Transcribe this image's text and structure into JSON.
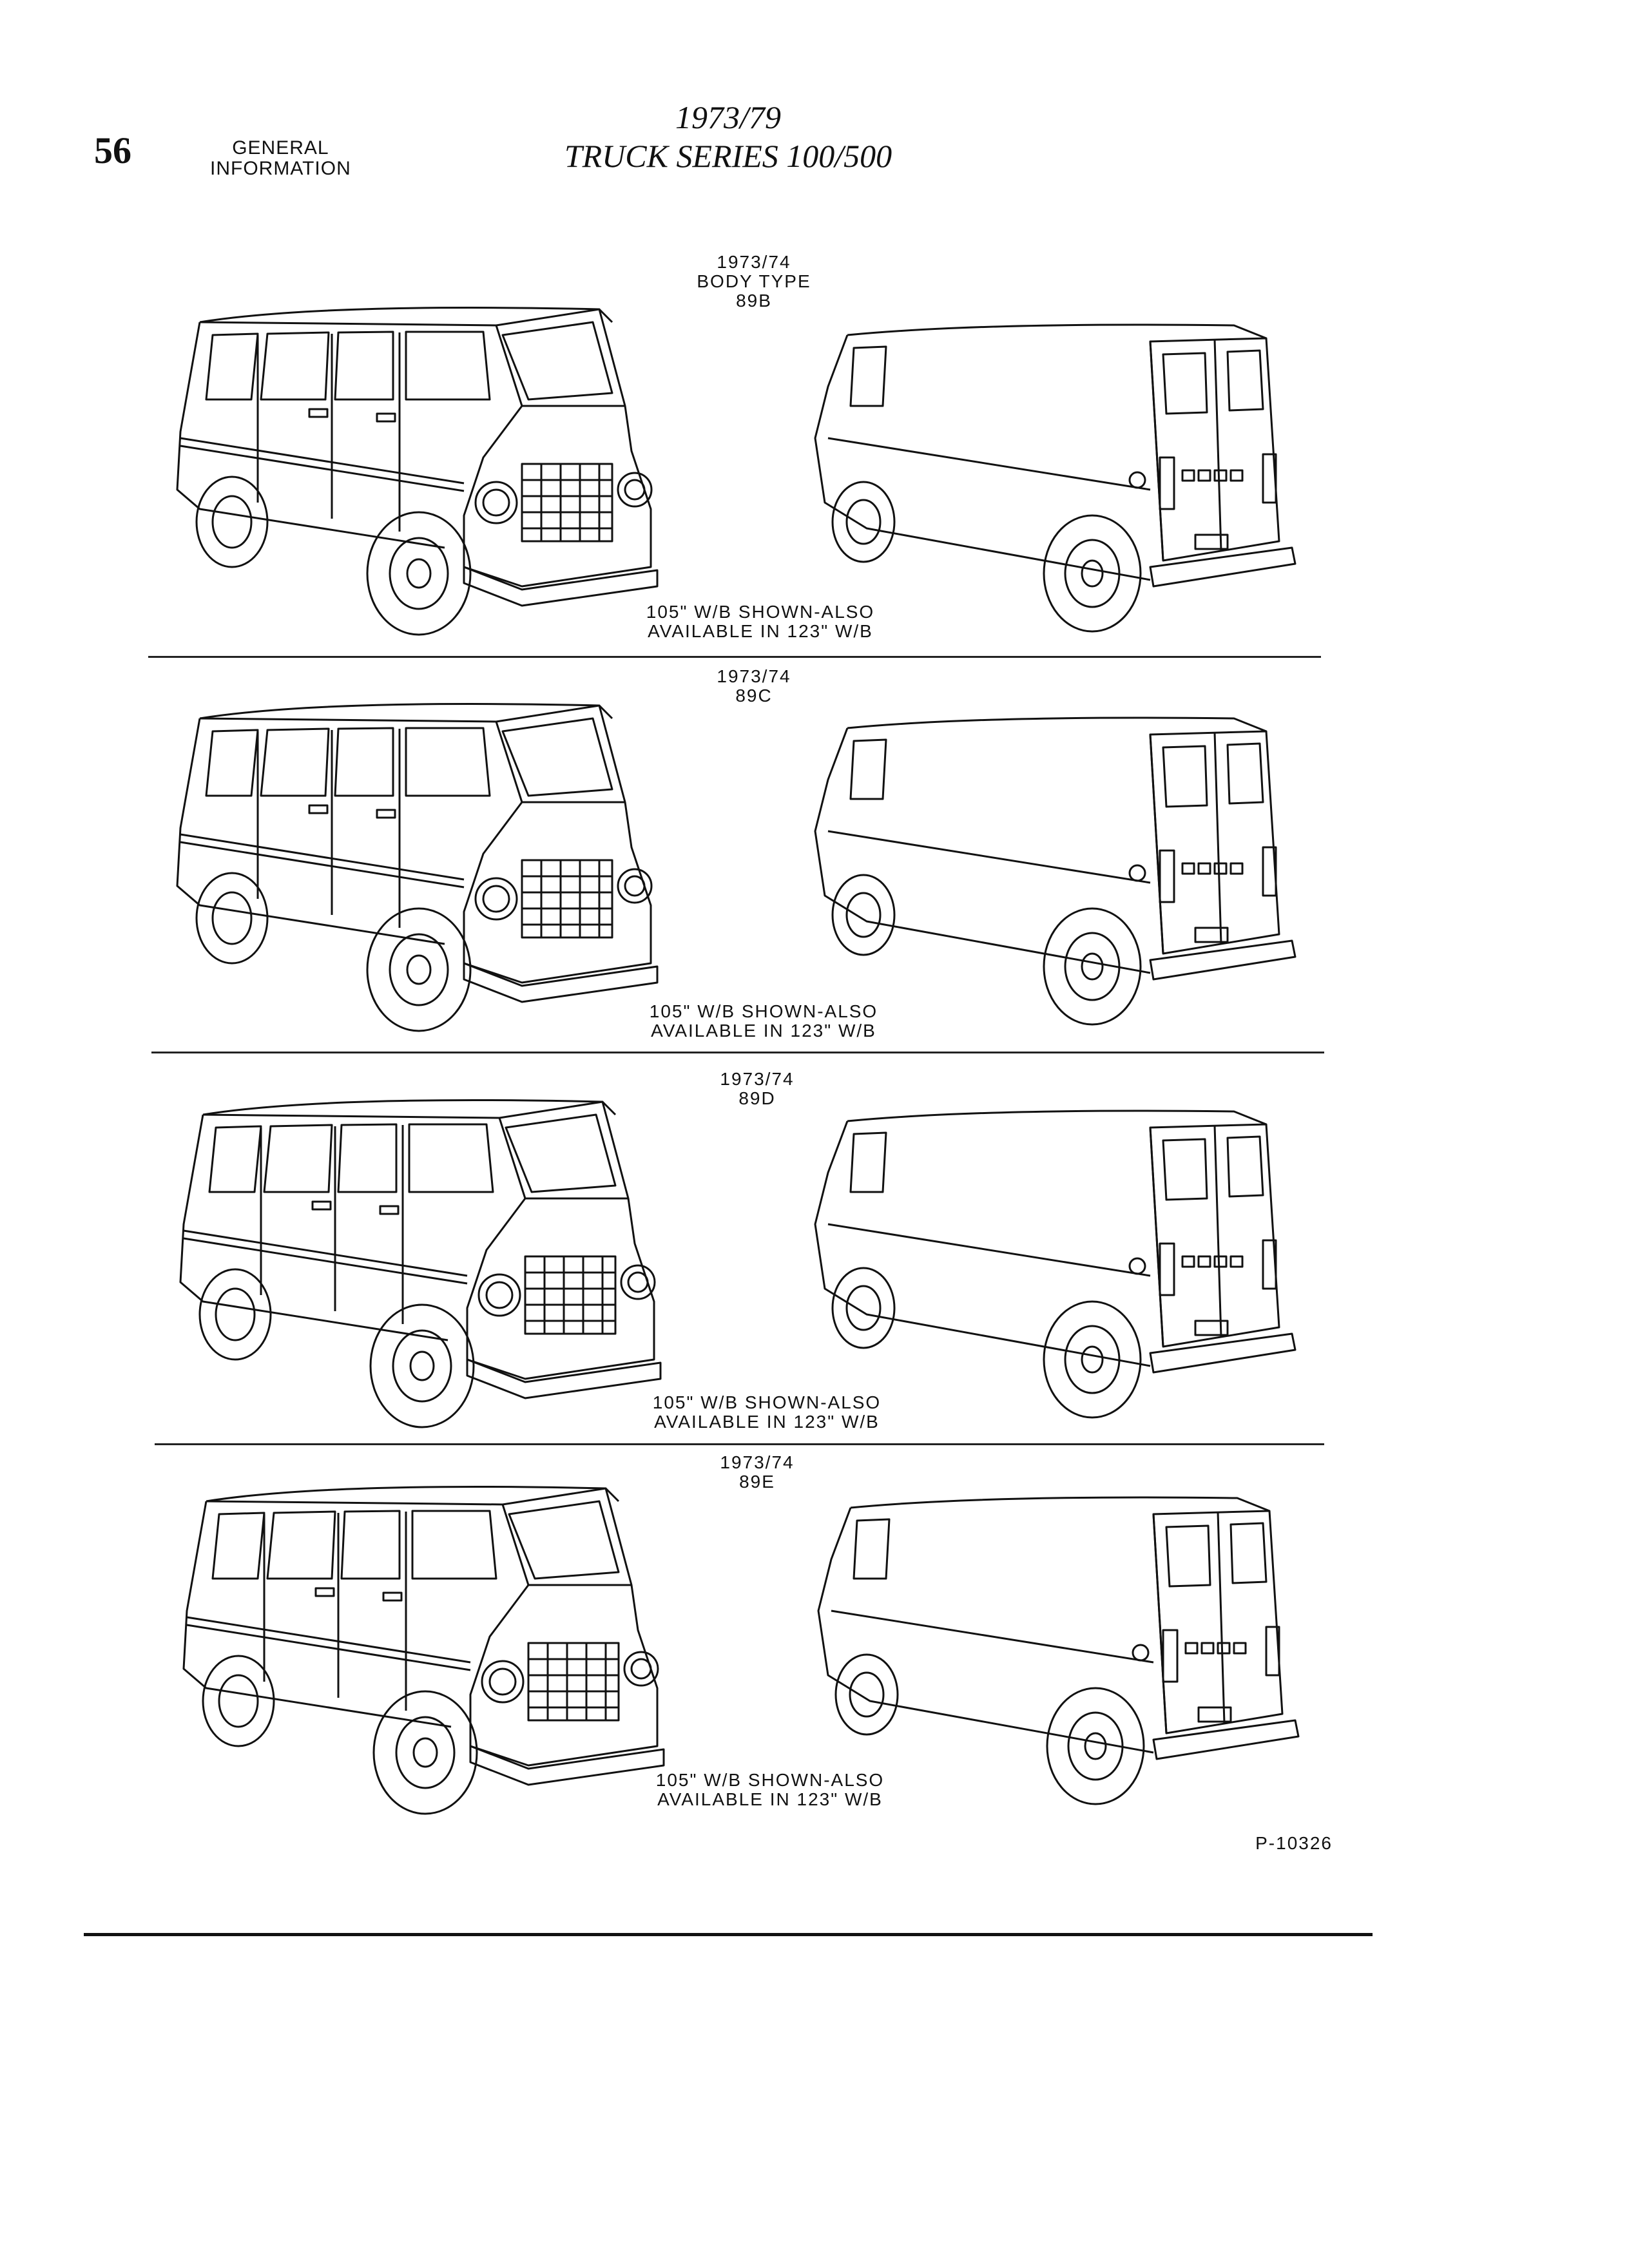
{
  "header": {
    "page_number": "56",
    "section_line1": "GENERAL",
    "section_line2": "INFORMATION",
    "title_line1": "1973/79",
    "title_line2": "TRUCK SERIES 100/500"
  },
  "panels": [
    {
      "years": "1973/74",
      "label_extra": "BODY TYPE",
      "code": "89B",
      "note_line1": "105\" W/B SHOWN-ALSO",
      "note_line2": "AVAILABLE IN 123\" W/B"
    },
    {
      "years": "1973/74",
      "label_extra": "",
      "code": "89C",
      "note_line1": "105\" W/B SHOWN-ALSO",
      "note_line2": "AVAILABLE IN 123\" W/B"
    },
    {
      "years": "1973/74",
      "label_extra": "",
      "code": "89D",
      "note_line1": "105\" W/B SHOWN-ALSO",
      "note_line2": "AVAILABLE IN 123\" W/B"
    },
    {
      "years": "1973/74",
      "label_extra": "",
      "code": "89E",
      "note_line1": "105\" W/B SHOWN-ALSO",
      "note_line2": "AVAILABLE IN 123\" W/B"
    }
  ],
  "figure_ref": "P-10326"
}
